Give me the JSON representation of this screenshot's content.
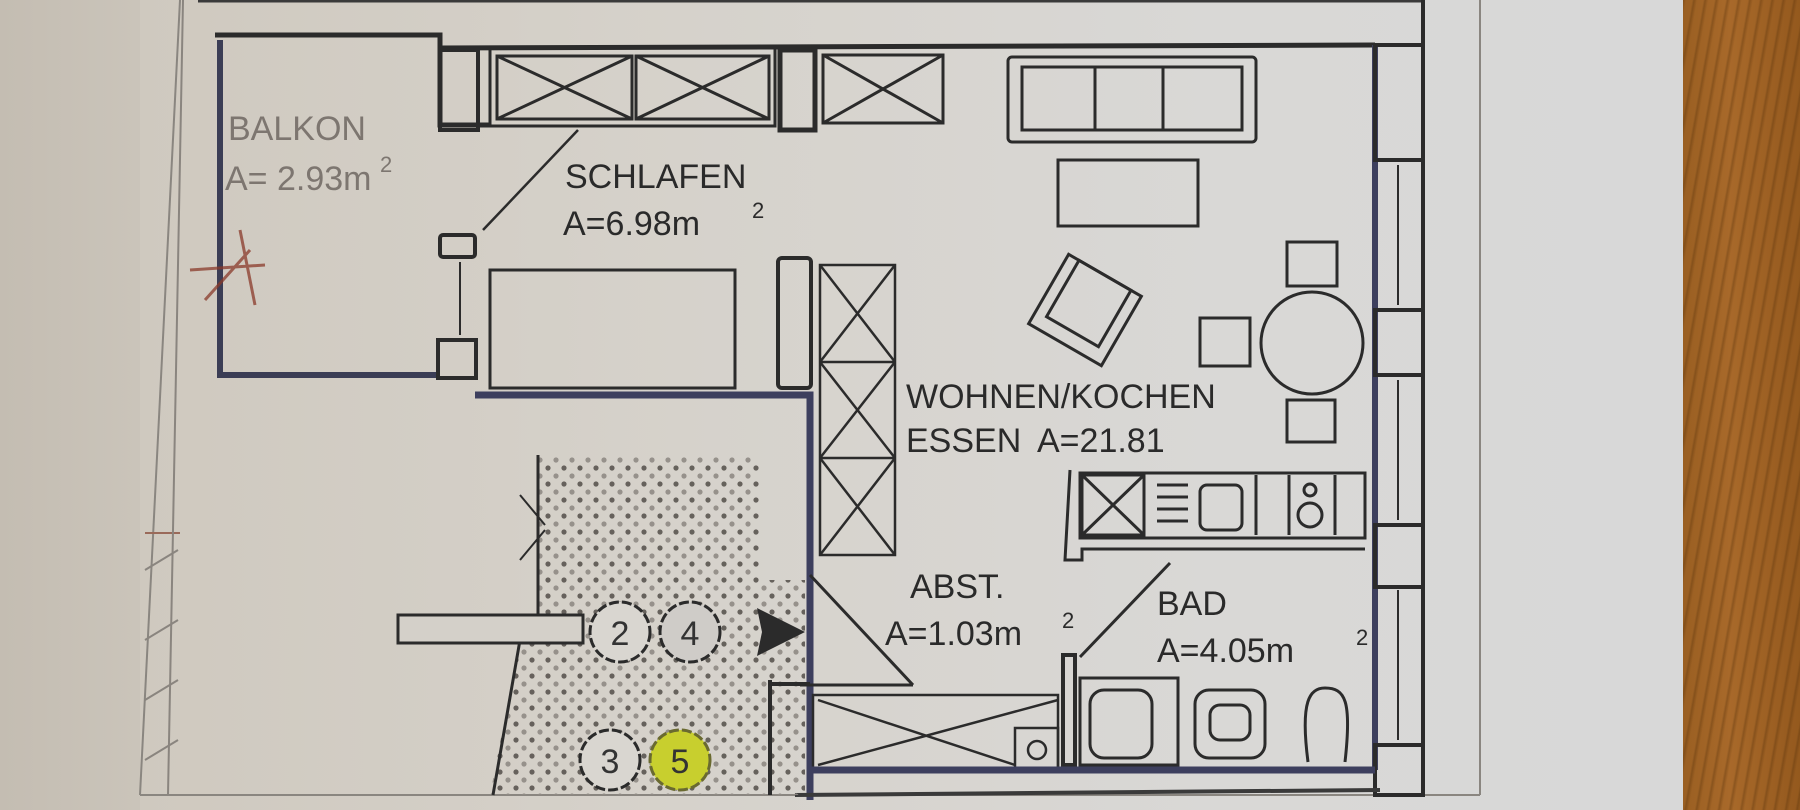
{
  "document": {
    "type": "floor-plan",
    "colors": {
      "paper": "#d6d2cb",
      "ink": "#2a2a2a",
      "wall_blue": "#3d3f5e",
      "marker_yellow": "#c8cf2e",
      "wood": "#a0642a"
    }
  },
  "rooms": [
    {
      "name": "BALKON",
      "area_label": "A= 2.93m",
      "area_value": "2.93",
      "unit": "m",
      "exp": "2"
    },
    {
      "name": "SCHLAFEN",
      "area_label": "A=6.98m",
      "area_value": "6.98",
      "unit": "m",
      "exp": "2"
    },
    {
      "name": "WOHNEN/KOCHEN",
      "name_line2": "ESSEN",
      "area_label": "A=21.81",
      "area_value": "21.81"
    },
    {
      "name": "ABST.",
      "area_label": "A=1.03m",
      "area_value": "1.03",
      "unit": "m",
      "exp": "2"
    },
    {
      "name": "BAD",
      "area_label": "A=4.05m",
      "area_value": "4.05",
      "unit": "m",
      "exp": "2"
    }
  ],
  "markers": [
    {
      "number": "2",
      "highlighted": false
    },
    {
      "number": "4",
      "highlighted": false
    },
    {
      "number": "3",
      "highlighted": false
    },
    {
      "number": "5",
      "highlighted": true
    }
  ],
  "symbols": {
    "entrance_arrow": "entrance-arrow-icon",
    "wardrobe": "wardrobe-icon",
    "sofa": "sofa-icon",
    "coffee_table": "coffee-table-icon",
    "armchair": "armchair-icon",
    "dining_table": "round-table-icon",
    "kitchen_counter": "kitchen-counter-icon",
    "stove": "stove-icon",
    "sink": "sink-icon",
    "bathtub": "bathtub-icon",
    "washbasin": "washbasin-icon",
    "toilet": "toilet-icon",
    "washing_machine": "washing-machine-icon",
    "bed": "bed-icon",
    "window": "window-icon"
  }
}
